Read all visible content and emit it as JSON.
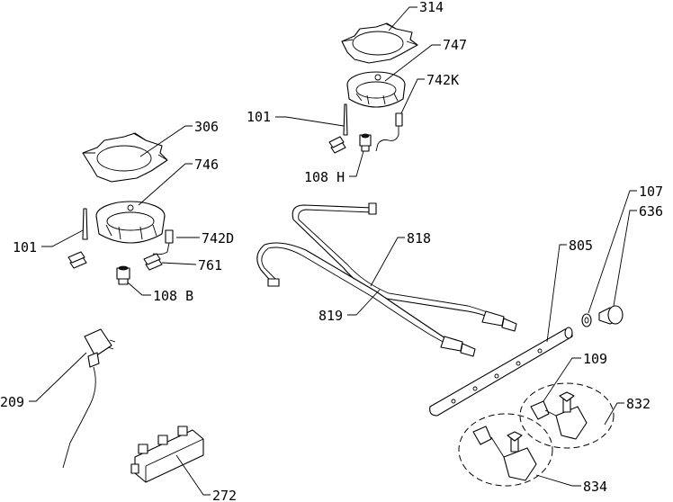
{
  "diagram": {
    "labels": {
      "p314": "314",
      "p747": "747",
      "p742k": "742K",
      "p101a": "101",
      "p108h": "108 H",
      "p306": "306",
      "p746": "746",
      "p742d": "742D",
      "p101b": "101",
      "p761": "761",
      "p108b": "108 B",
      "p818": "818",
      "p819": "819",
      "p805": "805",
      "p107": "107",
      "p636": "636",
      "p109": "109",
      "p832": "832",
      "p834": "834",
      "p209": "209",
      "p272": "272"
    }
  }
}
